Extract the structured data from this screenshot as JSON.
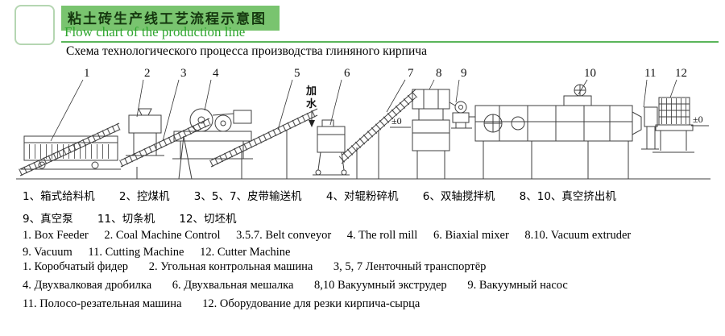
{
  "header": {
    "title_cn": "粘土砖生产线工艺流程示意图",
    "title_en": "Flow chart of the production line",
    "title_ru": "Схема технологического процесса производства глиняного кирпича"
  },
  "diagram": {
    "numbers": [
      "1",
      "2",
      "3",
      "4",
      "5",
      "6",
      "7",
      "8",
      "9",
      "10",
      "11",
      "12"
    ],
    "add_water_label": "加水",
    "level_mark_left": "±0",
    "level_mark_right": "±0"
  },
  "legend_cn": {
    "line1": [
      "1、箱式给料机",
      "2、控煤机",
      "3、5、7、皮带输送机",
      "4、对辊粉碎机",
      "6、双轴搅拌机",
      "8、10、真空挤出机"
    ],
    "line2": [
      "9、真空泵",
      "11、切条机",
      "12、切坯机"
    ]
  },
  "legend_en": {
    "line1": [
      "1. Box Feeder",
      "2. Coal Machine Control",
      "3.5.7. Belt conveyor",
      "4. The roll mill",
      "6. Biaxial mixer",
      "8.10. Vacuum extruder"
    ],
    "line2": [
      "9. Vacuum",
      "11. Cutting  Machine",
      "12. Cutter Machine"
    ]
  },
  "legend_ru": {
    "line1": [
      "1. Коробчатый фидер",
      "2. Угольная контрольная машина",
      "3, 5, 7 Ленточный транспортёр"
    ],
    "line2": [
      "4. Двухвалковая дробилка",
      "6. Двухвальная мешалка",
      "8,10 Вакуумный экструдер",
      "9. Вакуумный насос"
    ],
    "line3": [
      "11. Полосо-резательная машина",
      "12. Оборудование для резки кирпича-сырца"
    ]
  },
  "colors": {
    "title_bg": "#79c46f",
    "subtitle_green": "#2ea52e",
    "underline": "#5ab55a",
    "line_color": "#3f3f3f"
  }
}
